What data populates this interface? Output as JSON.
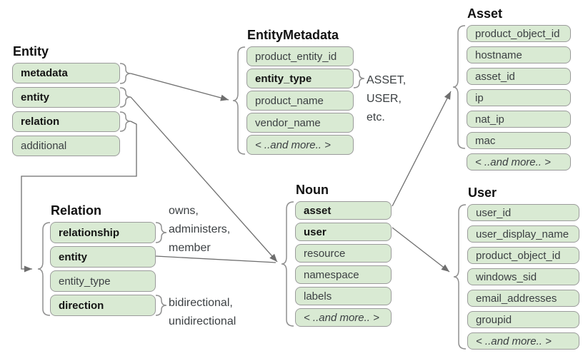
{
  "colors": {
    "field_fill": "#d9ead3",
    "field_border": "#9b9b9b",
    "connector": "#6e6e6e",
    "title_text": "#111111",
    "field_text": "#3c4043"
  },
  "boxes": {
    "entity": {
      "title": "Entity",
      "fields": [
        {
          "label": "metadata"
        },
        {
          "label": "entity"
        },
        {
          "label": "relation"
        },
        {
          "label": "additional"
        }
      ]
    },
    "entityMetadata": {
      "title": "EntityMetadata",
      "fields": [
        {
          "label": "product_entity_id"
        },
        {
          "label": "entity_type"
        },
        {
          "label": "product_name"
        },
        {
          "label": "vendor_name"
        },
        {
          "label": "< ..and more.. >"
        }
      ]
    },
    "asset": {
      "title": "Asset",
      "fields": [
        {
          "label": "product_object_id"
        },
        {
          "label": "hostname"
        },
        {
          "label": "asset_id"
        },
        {
          "label": "ip"
        },
        {
          "label": "nat_ip"
        },
        {
          "label": "mac"
        },
        {
          "label": "< ..and more.. >"
        }
      ]
    },
    "user": {
      "title": "User",
      "fields": [
        {
          "label": "user_id"
        },
        {
          "label": "user_display_name"
        },
        {
          "label": "product_object_id"
        },
        {
          "label": "windows_sid"
        },
        {
          "label": "email_addresses"
        },
        {
          "label": "groupid"
        },
        {
          "label": "< ..and more.. >"
        }
      ]
    },
    "noun": {
      "title": "Noun",
      "fields": [
        {
          "label": "asset"
        },
        {
          "label": "user"
        },
        {
          "label": "resource"
        },
        {
          "label": "namespace"
        },
        {
          "label": "labels"
        },
        {
          "label": "< ..and more.. >"
        }
      ]
    },
    "relation": {
      "title": "Relation",
      "fields": [
        {
          "label": "relationship"
        },
        {
          "label": "entity"
        },
        {
          "label": "entity_type"
        },
        {
          "label": "direction"
        }
      ]
    }
  },
  "annotations": {
    "entity_type_values": "ASSET,\nUSER,\netc.",
    "relationship_values": "owns,\nadministers,\nmember",
    "direction_values": "bidirectional,\nunidirectional"
  }
}
